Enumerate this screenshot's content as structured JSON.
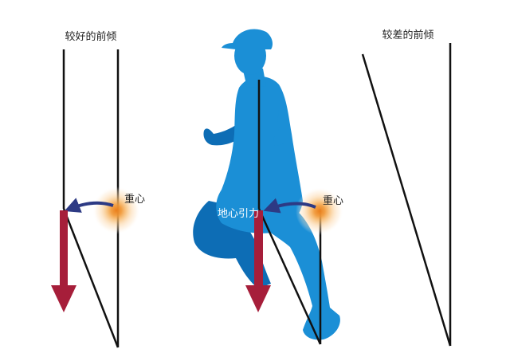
{
  "labels": {
    "good_lean": "较好的前倾",
    "poor_lean": "较差的前倾",
    "center_of_gravity_left": "重心",
    "center_of_gravity_mid": "重心",
    "gravity": "地心引力"
  },
  "colors": {
    "runner_light": "#1b8fd6",
    "runner_dark": "#0d6db5",
    "gravity_arrow": "#a61e3a",
    "lean_arrow": "#2d3a84",
    "center_of_gravity": "#f39a2b",
    "lines": "#111111"
  },
  "icons": {
    "runner": "runner-silhouette",
    "center_of_gravity": "glowing-dot-icon"
  }
}
